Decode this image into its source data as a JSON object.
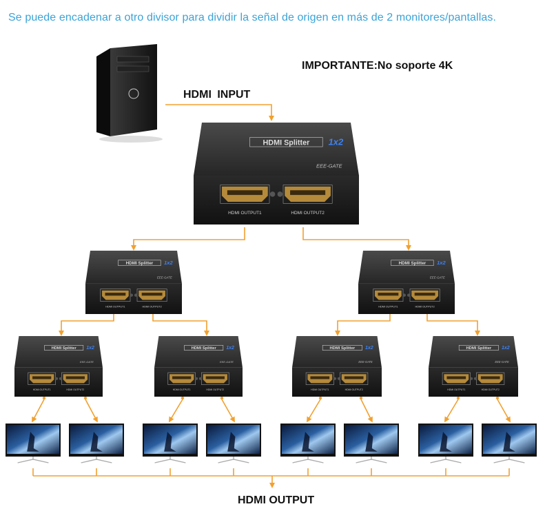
{
  "header": {
    "headline": "Se puede encadenar a otro divisor para dividir la señal de origen en más de 2 monitores/pantallas.",
    "important_note": "IMPORTANTE:No soporte 4K"
  },
  "labels": {
    "input": "HDMI  INPUT",
    "output": "HDMI OUTPUT"
  },
  "device": {
    "top_text": "HDMI Splitter",
    "model_text": "1x2",
    "brand": "EEE-GATE",
    "port1": "HDMI OUTPUT1",
    "port2": "HDMI OUTPUT2"
  },
  "colors": {
    "headline": "#3aa3d8",
    "arrow": "#f2a02e",
    "device_body": "#1c1c1c",
    "port_gold": "#b58a3a"
  },
  "icons": [
    "pc-tower-icon",
    "hdmi-splitter-icon",
    "monitor-icon",
    "arrow-down-icon"
  ]
}
